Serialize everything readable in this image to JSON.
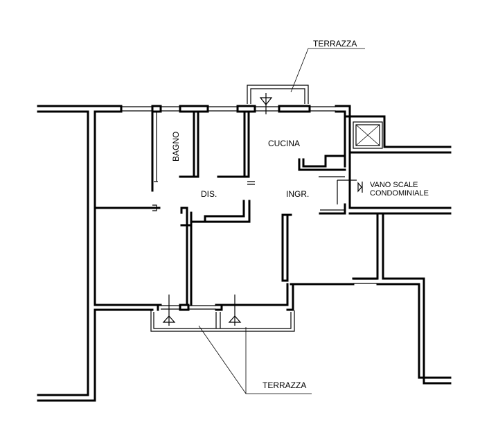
{
  "plan": {
    "labels": {
      "terrazza_top": "TERRAZZA",
      "terrazza_bottom": "TERRAZZA",
      "bagno": "BAGNO",
      "cucina": "CUCINA",
      "dis": "DIS.",
      "ingr": "INGR.",
      "vano_scale_line1": "VANO SCALE",
      "vano_scale_line2": "CONDOMINIALE"
    },
    "colors": {
      "line": "#000000",
      "background": "#ffffff"
    }
  }
}
